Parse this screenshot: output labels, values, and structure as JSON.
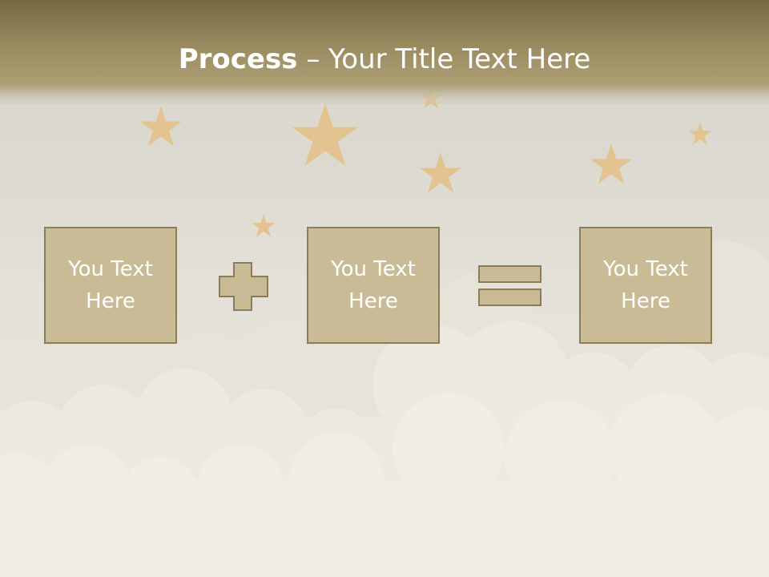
{
  "slide": {
    "title_bold": "Process",
    "title_rest": " – Your Title Text Here"
  },
  "process": {
    "box1": "You Text\nHere",
    "box2": "You Text\nHere",
    "box3": "You Text\nHere",
    "operator1": "plus",
    "operator2": "equals"
  },
  "colors": {
    "title_band": "#9b8c60",
    "box_fill": "#c9bb95",
    "box_border": "#8b7d5c",
    "star": "#f2d6a2",
    "cloud": "#efede6"
  }
}
